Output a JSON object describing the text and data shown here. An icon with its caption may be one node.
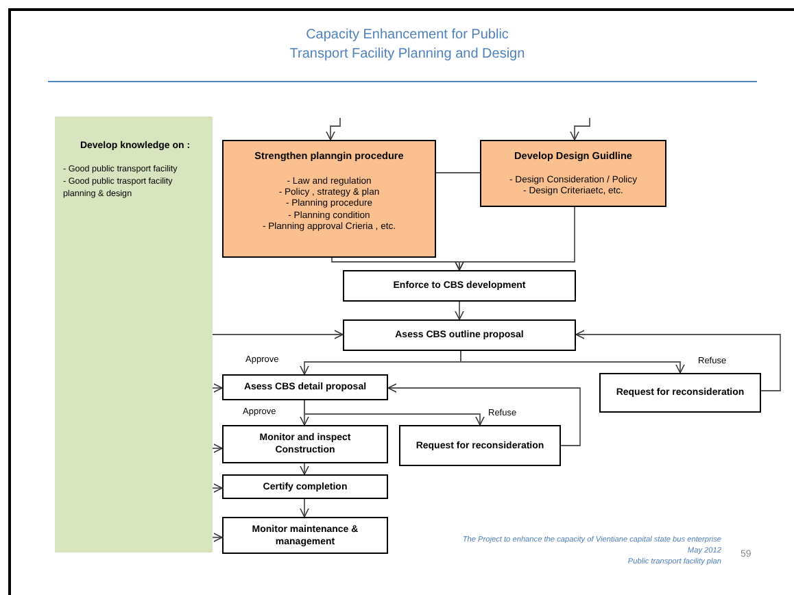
{
  "diagram": {
    "title": "Capacity Enhancement for Public Transport Facility Planning and Design",
    "nodes": [
      {
        "text": [
          "Develop knowledge on :",
          "- Good public transport facility",
          "- Good public trasport facility planning & design"
        ]
      },
      {
        "text": [
          "Strengthen planngin procedure",
          "- Law and regulation",
          "- Policy , strategy  & plan",
          "- Planning procedure",
          "- Planning condition",
          "- Planning approval Crieria , etc."
        ]
      },
      {
        "text": [
          "Develop Design Guidline",
          "- Design Consideration / Policy",
          "- Design Criteriaetc, etc."
        ]
      },
      {
        "text": [
          "Enforce to CBS development"
        ]
      },
      {
        "text": [
          "Asess CBS outline proposal"
        ]
      },
      {
        "text": [
          "Asess CBS detail proposal"
        ]
      },
      {
        "text": [
          "Request for reconsideration"
        ]
      },
      {
        "text": [
          "Monitor and inspect Construction"
        ]
      },
      {
        "text": [
          "Request for reconsideration"
        ]
      },
      {
        "text": [
          "Certify completion"
        ]
      },
      {
        "text": [
          "Monitor maintenance & management"
        ]
      }
    ],
    "edges": [
      {
        "from": null,
        "to": 1,
        "arrow": "to"
      },
      {
        "from": null,
        "to": 2,
        "arrow": "to"
      },
      {
        "from": 1,
        "to": 2,
        "arrow": "none"
      },
      {
        "from": 1,
        "to": 3,
        "arrow": "to"
      },
      {
        "from": 2,
        "to": 3,
        "arrow": "to"
      },
      {
        "from": 3,
        "to": 4,
        "arrow": "to"
      },
      {
        "from": 0,
        "to": 4,
        "arrow": "to"
      },
      {
        "from": 4,
        "to": 5,
        "arrow": "to",
        "label": "Approve"
      },
      {
        "from": 4,
        "to": 6,
        "arrow": "to",
        "label": "Refuse"
      },
      {
        "from": 6,
        "to": 4,
        "arrow": "to"
      },
      {
        "from": 0,
        "to": 5,
        "arrow": "to"
      },
      {
        "from": 5,
        "to": 7,
        "arrow": "to",
        "label": "Approve"
      },
      {
        "from": 5,
        "to": 8,
        "arrow": "to",
        "label": "Refuse"
      },
      {
        "from": 8,
        "to": 5,
        "arrow": "to"
      },
      {
        "from": 0,
        "to": 7,
        "arrow": "to"
      },
      {
        "from": 7,
        "to": 9,
        "arrow": "to"
      },
      {
        "from": 0,
        "to": 9,
        "arrow": "to"
      },
      {
        "from": 9,
        "to": 10,
        "arrow": "to"
      },
      {
        "from": 0,
        "to": 10,
        "arrow": "to"
      }
    ],
    "labels": [
      "The Project to enhance the capacity of Vientiane capital state bus enterprise",
      "May 2012",
      "Public transport facility plan",
      "59"
    ]
  }
}
